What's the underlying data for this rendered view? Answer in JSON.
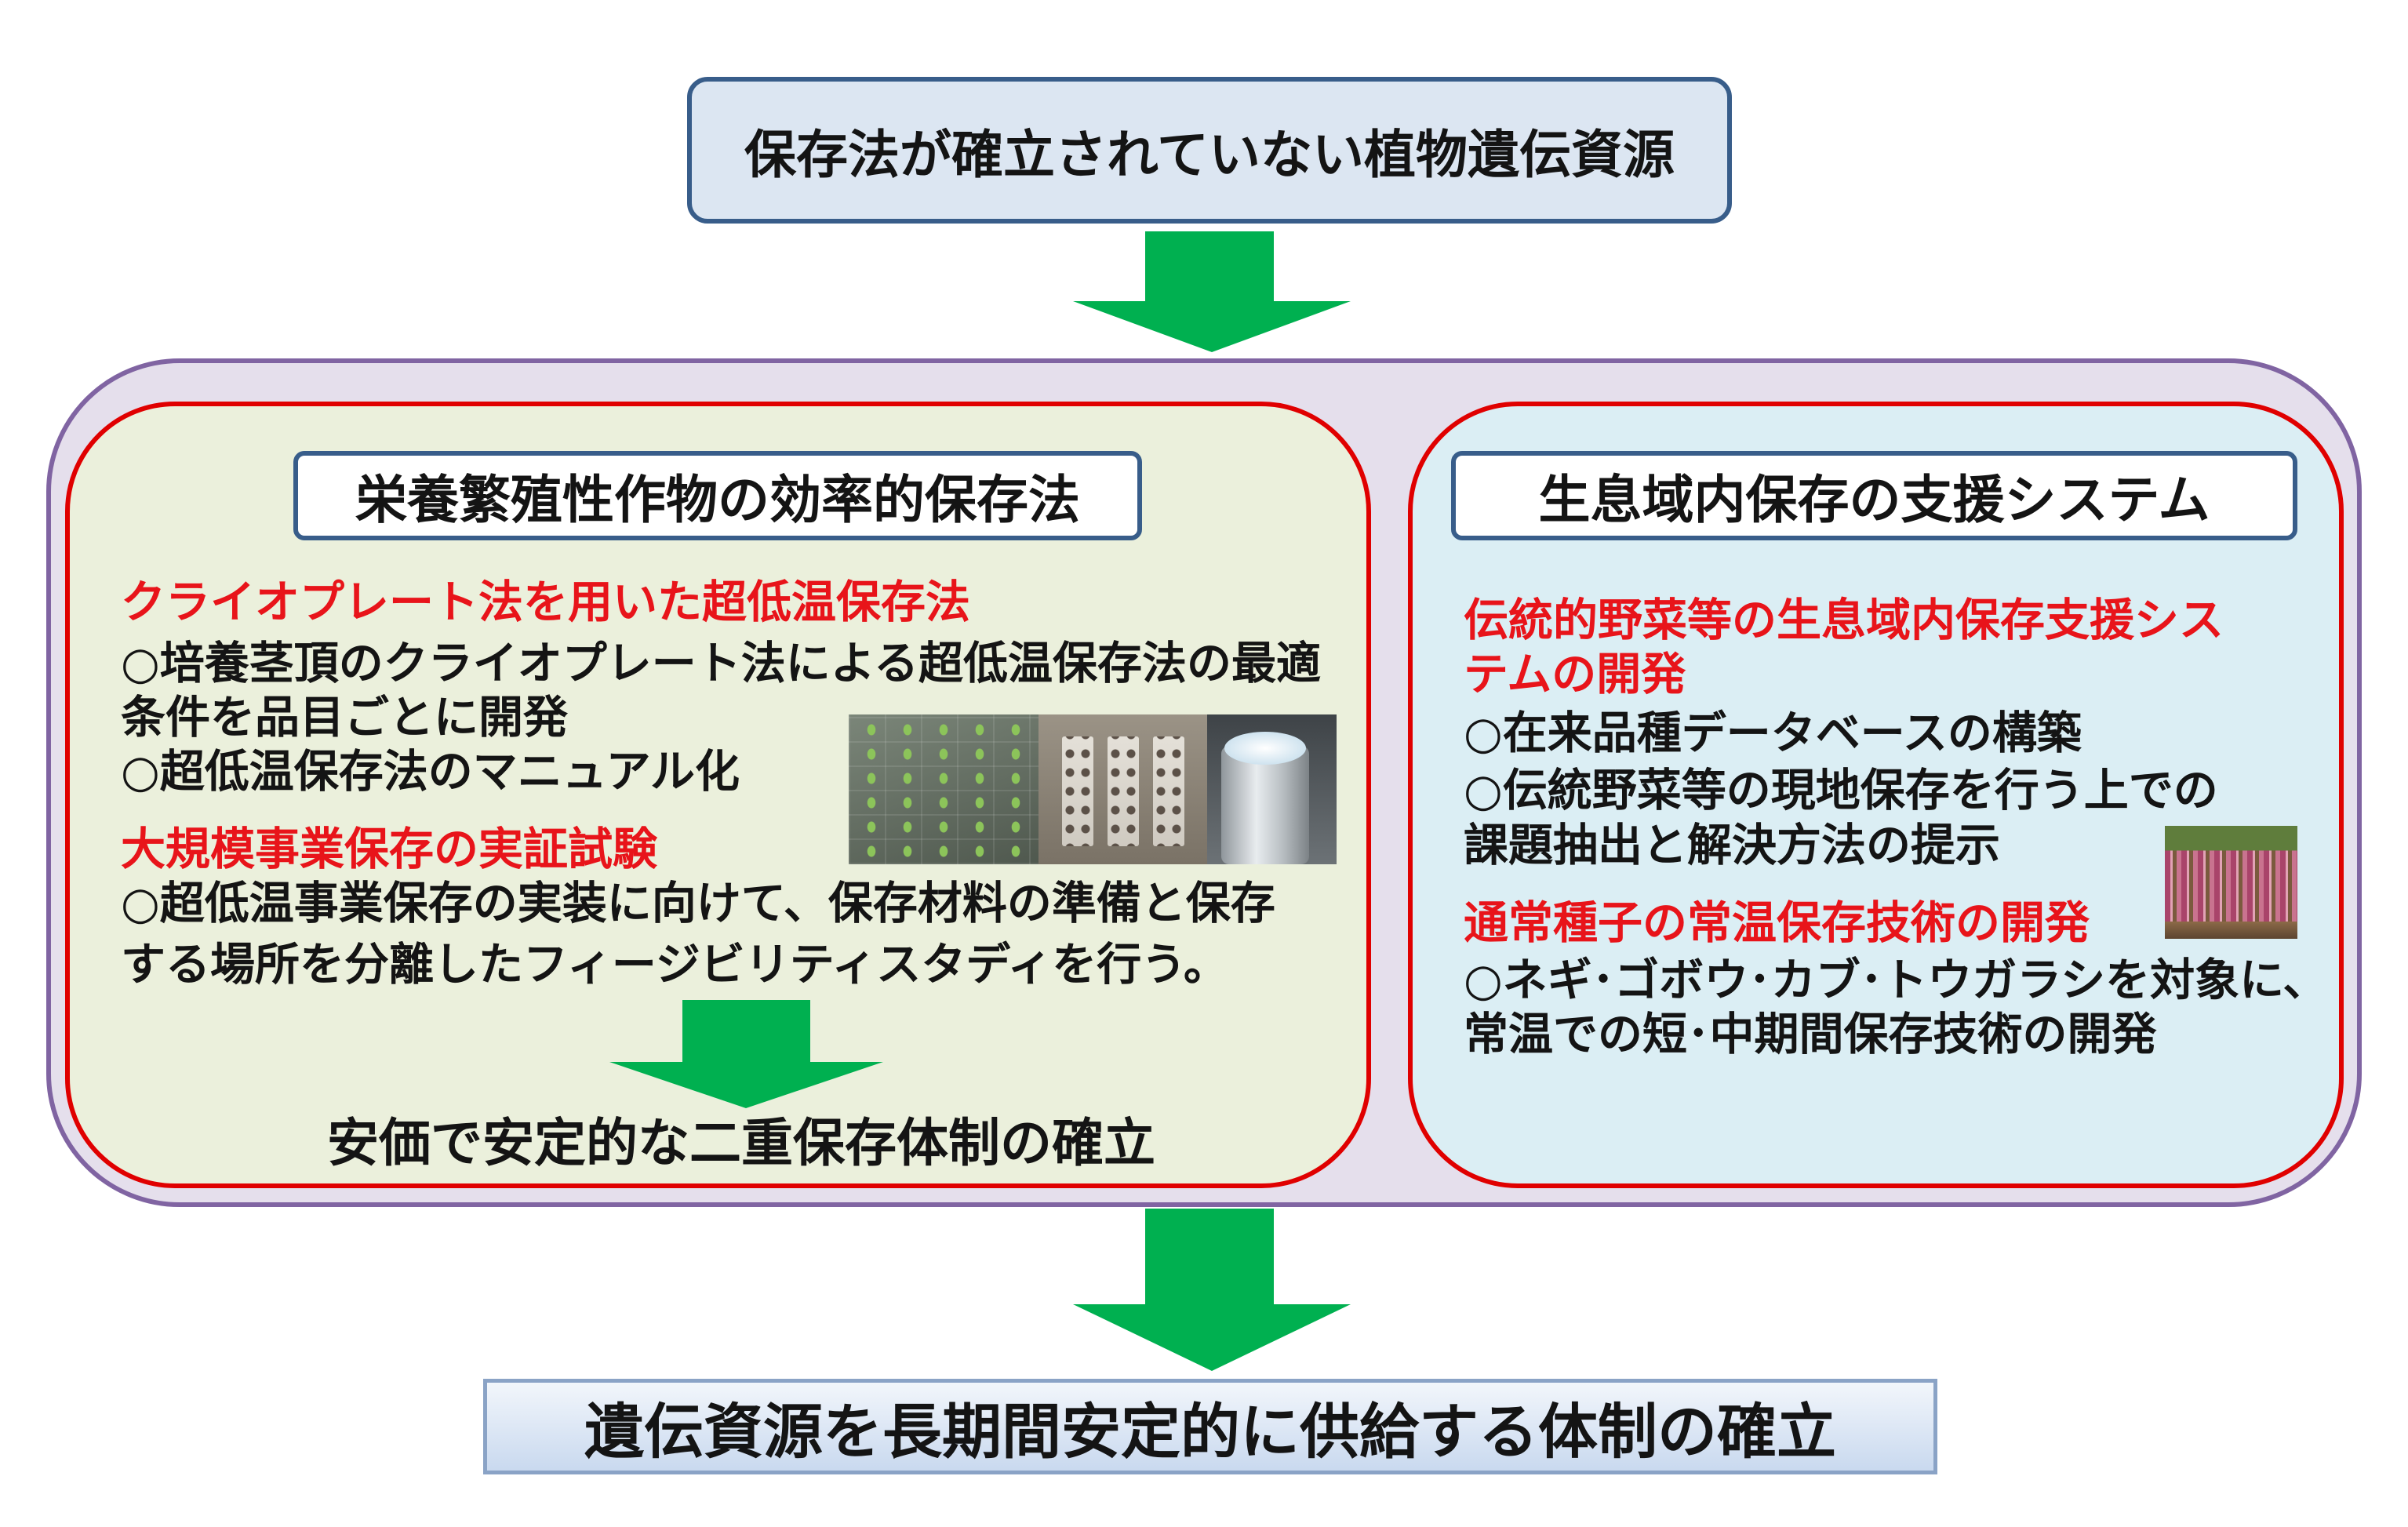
{
  "top_box": {
    "text": "保存法が確立されていない植物遺伝資源"
  },
  "left_panel": {
    "title": "栄養繁殖性作物の効率的保存法",
    "heading_1": "クライオプレート法を用いた超低温保存法",
    "items_1": [
      "○培養茎頂のクライオプレート法による超低温保存法の最適",
      "条件を品目ごとに開発",
      "○超低温保存法のマニュアル化"
    ],
    "heading_2": "大規模事業保存の実証試験",
    "items_2": [
      "○超低温事業保存の実装に向けて、保存材料の準備と保存",
      "する場所を分離したフィージビリティスタディを行う。"
    ],
    "result": "安価で安定的な二重保存体制の確立"
  },
  "right_panel": {
    "title": "生息域内保存の支援システム",
    "heading_1": [
      "伝統的野菜等の生息域内保存支援シス",
      "テムの開発"
    ],
    "items_1": [
      "○在来品種データベースの構築",
      "○伝統野菜等の現地保存を行う上での",
      "課題抽出と解決方法の提示"
    ],
    "heading_2": "通常種子の常温保存技術の開発",
    "items_2": [
      "○ネギ･ゴボウ･カブ･トウガラシを対象に、",
      "常温での短･中期間保存技術の開発"
    ]
  },
  "bottom_box": {
    "text": "遺伝資源を長期間安定的に供給する体制の確立"
  },
  "colors": {
    "navy_border": "#385d8a",
    "top_fill": "#dce6f2",
    "outer_border": "#8064a2",
    "outer_fill": "#e5dfec",
    "panel_border": "#e00000",
    "left_fill": "#ebf0dc",
    "right_fill": "#dbeef4",
    "heading_red": "#e8141a",
    "arrow_green": "#00b050"
  }
}
